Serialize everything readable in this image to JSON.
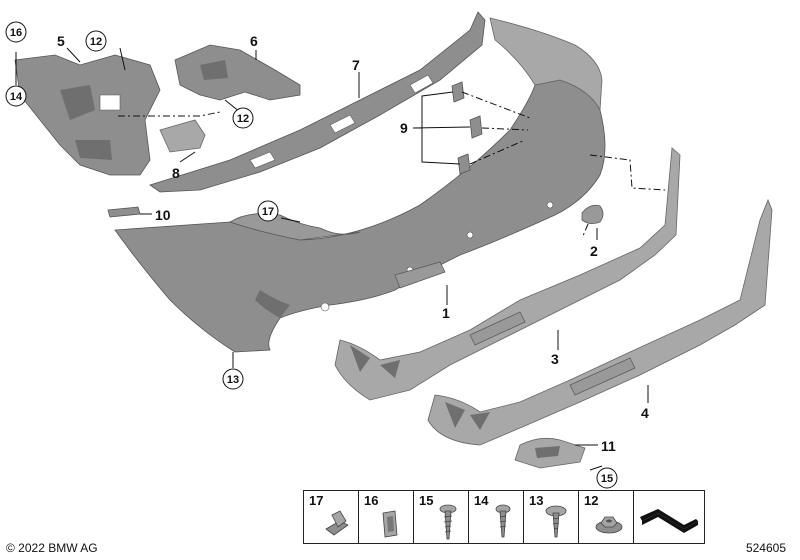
{
  "diagram": {
    "callouts": [
      "1",
      "2",
      "3",
      "4",
      "5",
      "6",
      "7",
      "8",
      "9",
      "10",
      "11"
    ],
    "circled_callouts": [
      "12",
      "12",
      "13",
      "14",
      "15",
      "16",
      "17"
    ]
  },
  "legend": {
    "items": [
      {
        "number": "17",
        "icon": "clip-icon"
      },
      {
        "number": "16",
        "icon": "nut-clip-icon"
      },
      {
        "number": "15",
        "icon": "screw-icon"
      },
      {
        "number": "14",
        "icon": "screw-icon"
      },
      {
        "number": "13",
        "icon": "flange-screw-icon"
      },
      {
        "number": "12",
        "icon": "hex-nut-icon"
      },
      {
        "number": "",
        "icon": "shim-icon"
      }
    ]
  },
  "footer": {
    "copyright": "© 2022 BMW AG",
    "diagram_number": "524605"
  }
}
